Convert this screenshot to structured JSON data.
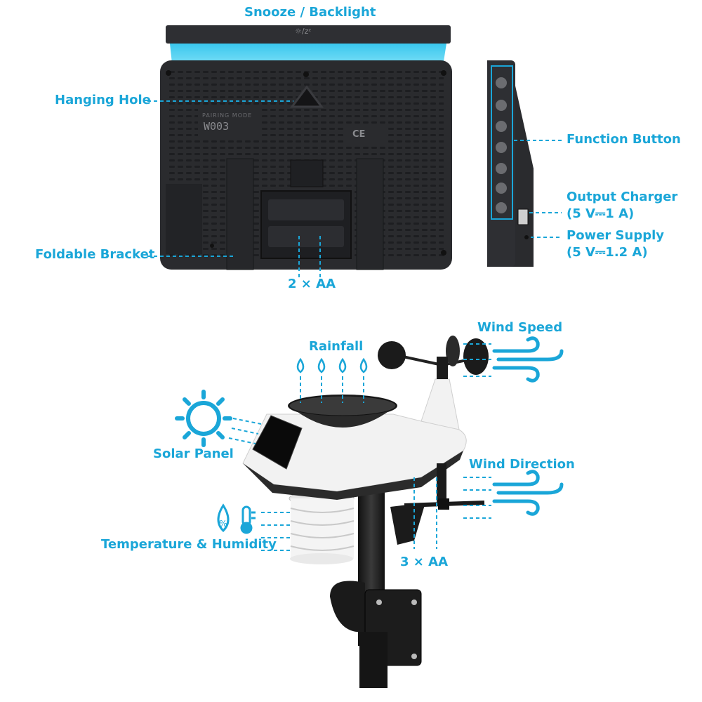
{
  "labels": {
    "snooze_backlight": "Snooze / Backlight",
    "hanging_hole": "Hanging Hole",
    "foldable_bracket": "Foldable Bracket",
    "display_batteries": "2 × AA",
    "function_button": "Function Button",
    "output_charger_line1": "Output Charger",
    "output_charger_line2": "(5 V⎓1 A)",
    "power_supply_line1": "Power Supply",
    "power_supply_line2": "(5 V⎓1.2 A)",
    "rainfall": "Rainfall",
    "wind_speed": "Wind Speed",
    "solar_panel": "Solar Panel",
    "wind_direction": "Wind Direction",
    "temperature_humidity": "Temperature & Humidity",
    "sensor_batteries": "3 × AA"
  },
  "device_markings": {
    "model": "W003",
    "pairing_mode": "PAIRING MODE",
    "ce_mark": "CE",
    "top_button_icons": "☼/zᶻ"
  },
  "colors": {
    "accent": "#1aa6d8",
    "backlight": "#4fd0f0",
    "device_body": "#2a2b2e",
    "sensor_white": "#f2f2f2"
  }
}
